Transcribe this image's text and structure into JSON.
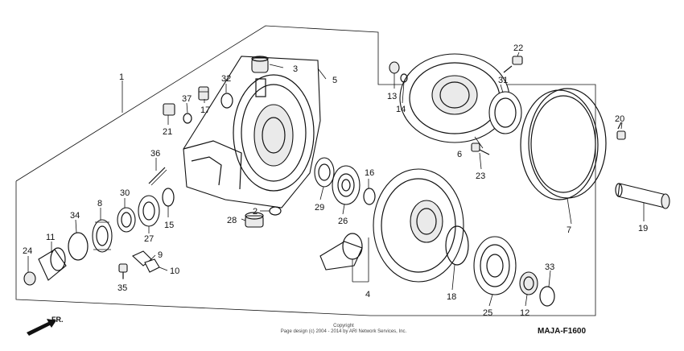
{
  "labels": {
    "p1": "1",
    "p2": "2",
    "p3": "3",
    "p4": "4",
    "p5": "5",
    "p6": "6",
    "p7": "7",
    "p8": "8",
    "p9": "9",
    "p10": "10",
    "p11": "11",
    "p12": "12",
    "p13": "13",
    "p14": "14",
    "p15": "15",
    "p16": "16",
    "p17": "17",
    "p18": "18",
    "p19": "19",
    "p20": "20",
    "p21": "21",
    "p22": "22",
    "p23": "23",
    "p24": "24",
    "p25": "25",
    "p26": "26",
    "p27": "27",
    "p28": "28",
    "p29": "29",
    "p30": "30",
    "p31": "31",
    "p32": "32",
    "p33": "33",
    "p34": "34",
    "p35": "35",
    "p36": "36",
    "p37": "37"
  },
  "front_indicator": "FR.",
  "copyright_title": "Copyright",
  "copyright_line": "Page design (c) 2004 - 2014 by ARI Network Services, Inc.",
  "diagram_code": "MAJA-F1600"
}
